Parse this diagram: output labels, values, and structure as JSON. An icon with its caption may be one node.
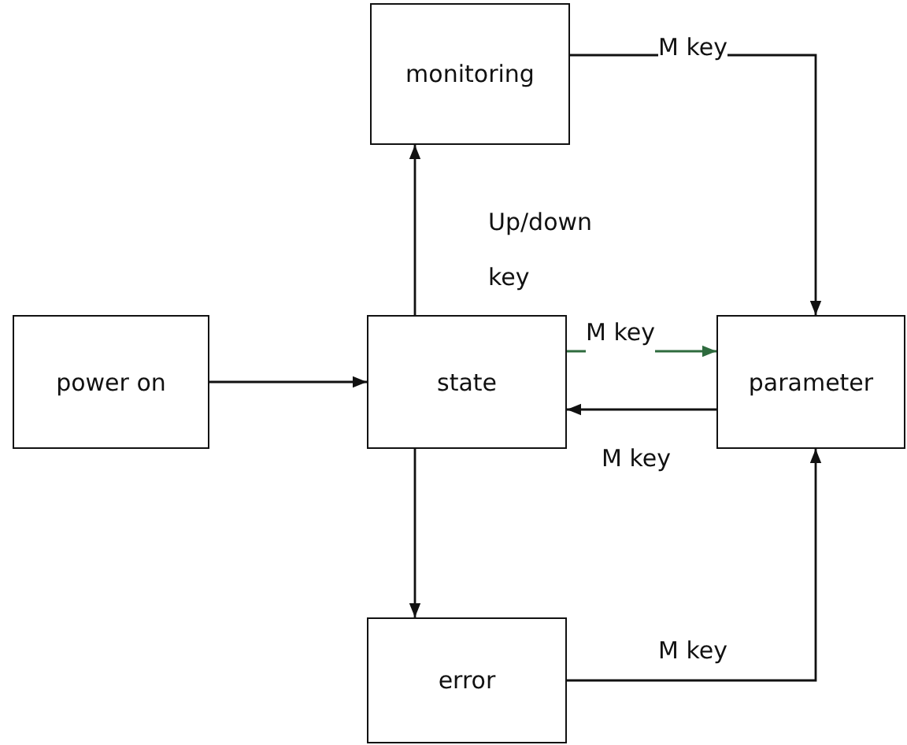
{
  "diagram": {
    "nodes": [
      {
        "text": [
          "monitoring"
        ]
      },
      {
        "text": [
          "power on"
        ]
      },
      {
        "text": [
          "state"
        ]
      },
      {
        "text": [
          "parameter"
        ]
      },
      {
        "text": [
          "error"
        ]
      }
    ],
    "edges": [
      {
        "from": 1,
        "to": 2,
        "arrow": "to"
      },
      {
        "from": 2,
        "to": 0,
        "arrow": "to",
        "label": "Up/down key"
      },
      {
        "from": 0,
        "to": 3,
        "arrow": "to",
        "label": "M key"
      },
      {
        "from": 2,
        "to": 3,
        "arrow": "to",
        "label": "M key",
        "color": "#2e6b3e"
      },
      {
        "from": 3,
        "to": 2,
        "arrow": "to",
        "label": "M key"
      },
      {
        "from": 2,
        "to": 4,
        "arrow": "to"
      },
      {
        "from": 4,
        "to": 3,
        "arrow": "to",
        "label": "M key"
      }
    ]
  }
}
